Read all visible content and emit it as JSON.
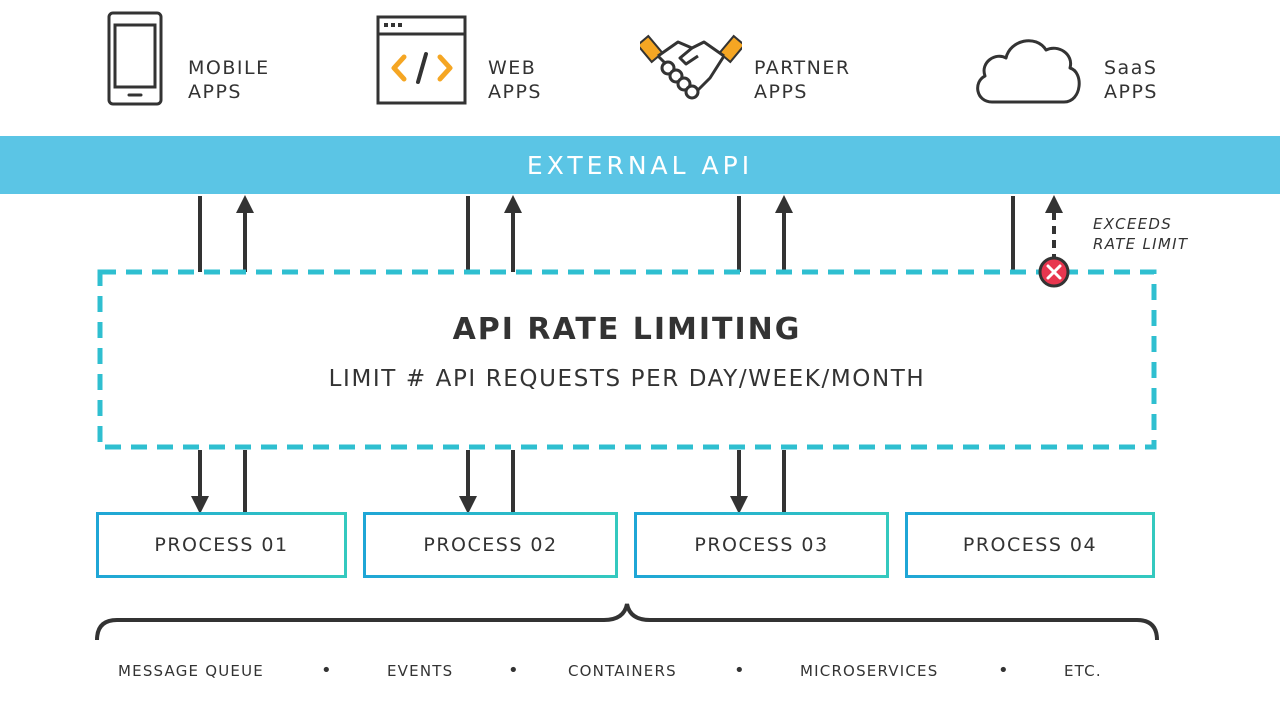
{
  "clients": [
    {
      "line1": "MOBILE",
      "line2": "APPS",
      "icon": "mobile-phone-icon"
    },
    {
      "line1": "WEB",
      "line2": "APPS",
      "icon": "web-code-window-icon"
    },
    {
      "line1": "PARTNER",
      "line2": "APPS",
      "icon": "handshake-icon"
    },
    {
      "line1": "SaaS",
      "line2": "APPS",
      "icon": "cloud-icon"
    }
  ],
  "external_api": {
    "label": "EXTERNAL API",
    "color": "#5bc5e5"
  },
  "rate_limiting": {
    "title": "API RATE LIMITING",
    "subtitle": "LIMIT # API REQUESTS PER DAY/WEEK/MONTH",
    "border_color": "#2fbfd0"
  },
  "exceeds_note": {
    "line1": "EXCEEDS",
    "line2": "RATE LIMIT",
    "icon": "blocked-x-icon",
    "color": "#e8364f"
  },
  "processes": [
    "PROCESS 01",
    "PROCESS 02",
    "PROCESS 03",
    "PROCESS 04"
  ],
  "footer": [
    "MESSAGE QUEUE",
    "EVENTS",
    "CONTAINERS",
    "MICROSERVICES",
    "ETC."
  ],
  "footer_separator": "•",
  "accent_orange": "#f5a623"
}
